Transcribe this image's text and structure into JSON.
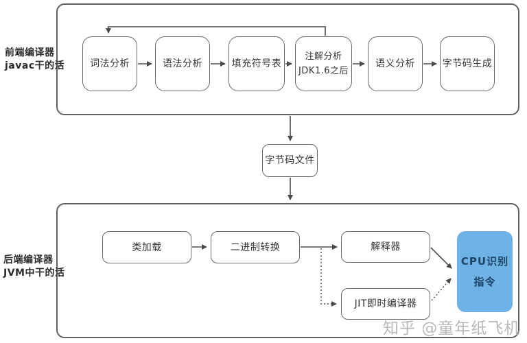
{
  "frontend": {
    "side_label": {
      "line1": "前端编译器",
      "line2": "javac干的活"
    },
    "boxes": [
      {
        "label": "词法分析"
      },
      {
        "label": "语法分析"
      },
      {
        "label": "填充符号表"
      },
      {
        "label": "注解分析",
        "label2": "JDK1.6之后"
      },
      {
        "label": "语义分析"
      },
      {
        "label": "字节码生成"
      }
    ]
  },
  "middle": {
    "bytecode_file": "字节码文件"
  },
  "backend": {
    "side_label": {
      "line1": "后端编译器",
      "line2": "JVM中干的活"
    },
    "boxes": {
      "class_load": "类加载",
      "binary_convert": "二进制转换",
      "interpreter": "解释器",
      "jit": "JIT即时编译器",
      "cpu": {
        "line1": "CPU识别",
        "line2": "指令"
      }
    }
  },
  "watermark": "知乎 @童年纸飞机",
  "colors": {
    "panel_border": "#5f5f5f",
    "box_border": "#6a6a6a",
    "arrow": "#4a4a4a",
    "text": "#333333",
    "cpu_fill": "#6fb2e5",
    "cpu_text": "#1d4365",
    "watermark": "#b0b0b0"
  }
}
